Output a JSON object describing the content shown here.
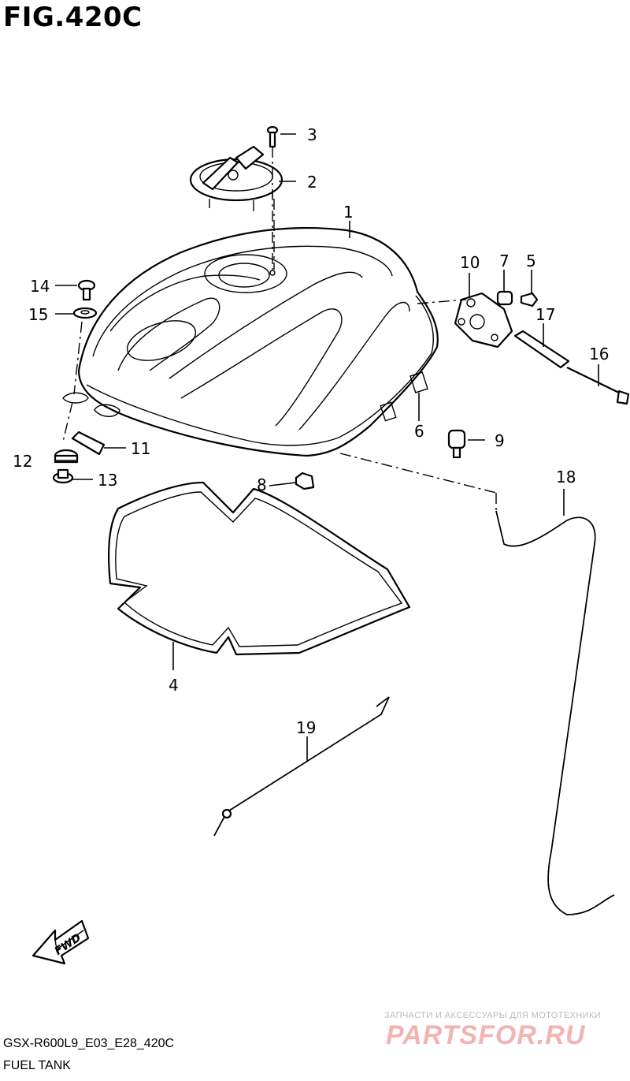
{
  "figure": {
    "title": "FIG.420C",
    "code": "GSX-R600L9_E03_E28_420C",
    "subtitle": "FUEL TANK"
  },
  "callouts": [
    "1",
    "2",
    "3",
    "4",
    "5",
    "6",
    "7",
    "8",
    "9",
    "10",
    "11",
    "12",
    "13",
    "14",
    "15",
    "16",
    "17",
    "18",
    "19"
  ],
  "fwd_label": "FWD",
  "watermark": {
    "top": "ЗАПЧАСТИ И АКСЕССУАРЫ ДЛЯ МОТОТЕХНИКИ",
    "main": "PARTSFOR.RU"
  },
  "colors": {
    "line": "#000000",
    "watermark": "#f4b3b3"
  }
}
